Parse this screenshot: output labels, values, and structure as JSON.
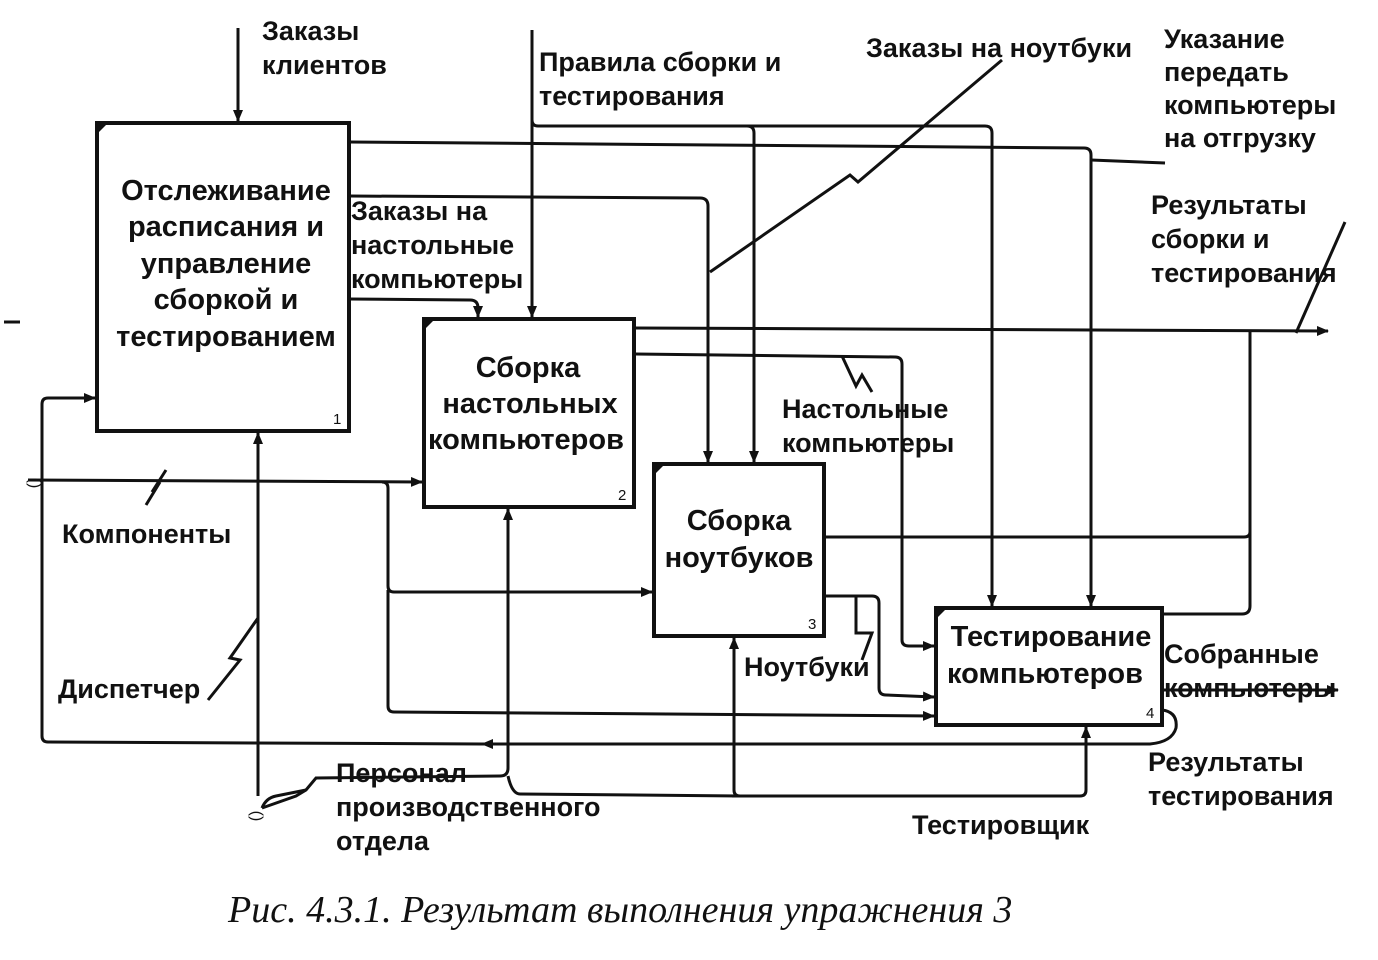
{
  "boxes": [
    {
      "lines": [
        "Отслеживание",
        "расписания и",
        "управление",
        "сборкой и",
        "тестированием"
      ],
      "number": "1"
    },
    {
      "lines": [
        "Сборка",
        "настольных",
        "компьютеров"
      ],
      "number": "2"
    },
    {
      "lines": [
        "Сборка",
        "ноутбуков"
      ],
      "number": "3"
    },
    {
      "lines": [
        "Тестирование",
        "компьютеров"
      ],
      "number": "4"
    }
  ],
  "labels": {
    "orders_clients": [
      "Заказы",
      "клиентов"
    ],
    "assembly_rules": [
      "Правила сборки и",
      "тестирования"
    ],
    "laptop_orders": "Заказы на ноутбуки",
    "ship_instruction": [
      "Указание",
      "передать",
      "компьютеры",
      "на отгрузку"
    ],
    "assembly_results": [
      "Результаты",
      "сборки и",
      "тестирования"
    ],
    "desktop_orders": [
      "Заказы на",
      "настольные",
      "компьютеры"
    ],
    "desktops": [
      "Настольные",
      "компьютеры"
    ],
    "components": "Компоненты",
    "dispatcher": "Диспетчер",
    "laptops": "Ноутбуки",
    "assembled": [
      "Собранные",
      "компьютеры"
    ],
    "test_results": [
      "Результаты",
      "тестирования"
    ],
    "personnel": [
      "Персонал",
      "производственного",
      "отдела"
    ],
    "tester": "Тестировщик",
    "tunnel_marker": "()"
  },
  "caption": "Рис. 4.3.1. Результат выполнения упражнения 3"
}
